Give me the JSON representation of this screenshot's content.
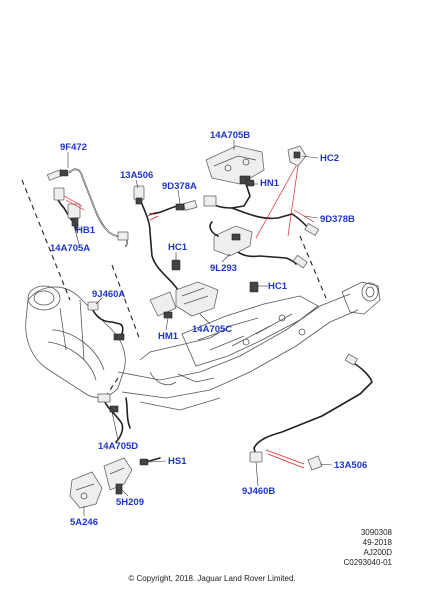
{
  "labels": {
    "9F472": "9F472",
    "HB1": "HB1",
    "14A705A": "14A705A",
    "13A506_top": "13A506",
    "9D378A": "9D378A",
    "14A705B": "14A705B",
    "HC2": "HC2",
    "HN1": "HN1",
    "9D378B": "9D378B",
    "HC1_mid": "HC1",
    "9L293": "9L293",
    "HC1_right": "HC1",
    "9J460A": "9J460A",
    "HM1": "HM1",
    "14A705C": "14A705C",
    "14A705D": "14A705D",
    "HS1": "HS1",
    "5H209": "5H209",
    "5A246": "5A246",
    "13A506_bottom": "13A506",
    "9J460B": "9J460B"
  },
  "reference": {
    "line1": "3090308",
    "line2": "49-2018",
    "line3": "AJ200D",
    "line4": "C0293040-01"
  },
  "copyright": "© Copyright, 2018. Jaguar Land Rover Limited.",
  "colors": {
    "label": "#1f35c9",
    "callout_line": "#dd2222",
    "line_art": "#222222"
  }
}
